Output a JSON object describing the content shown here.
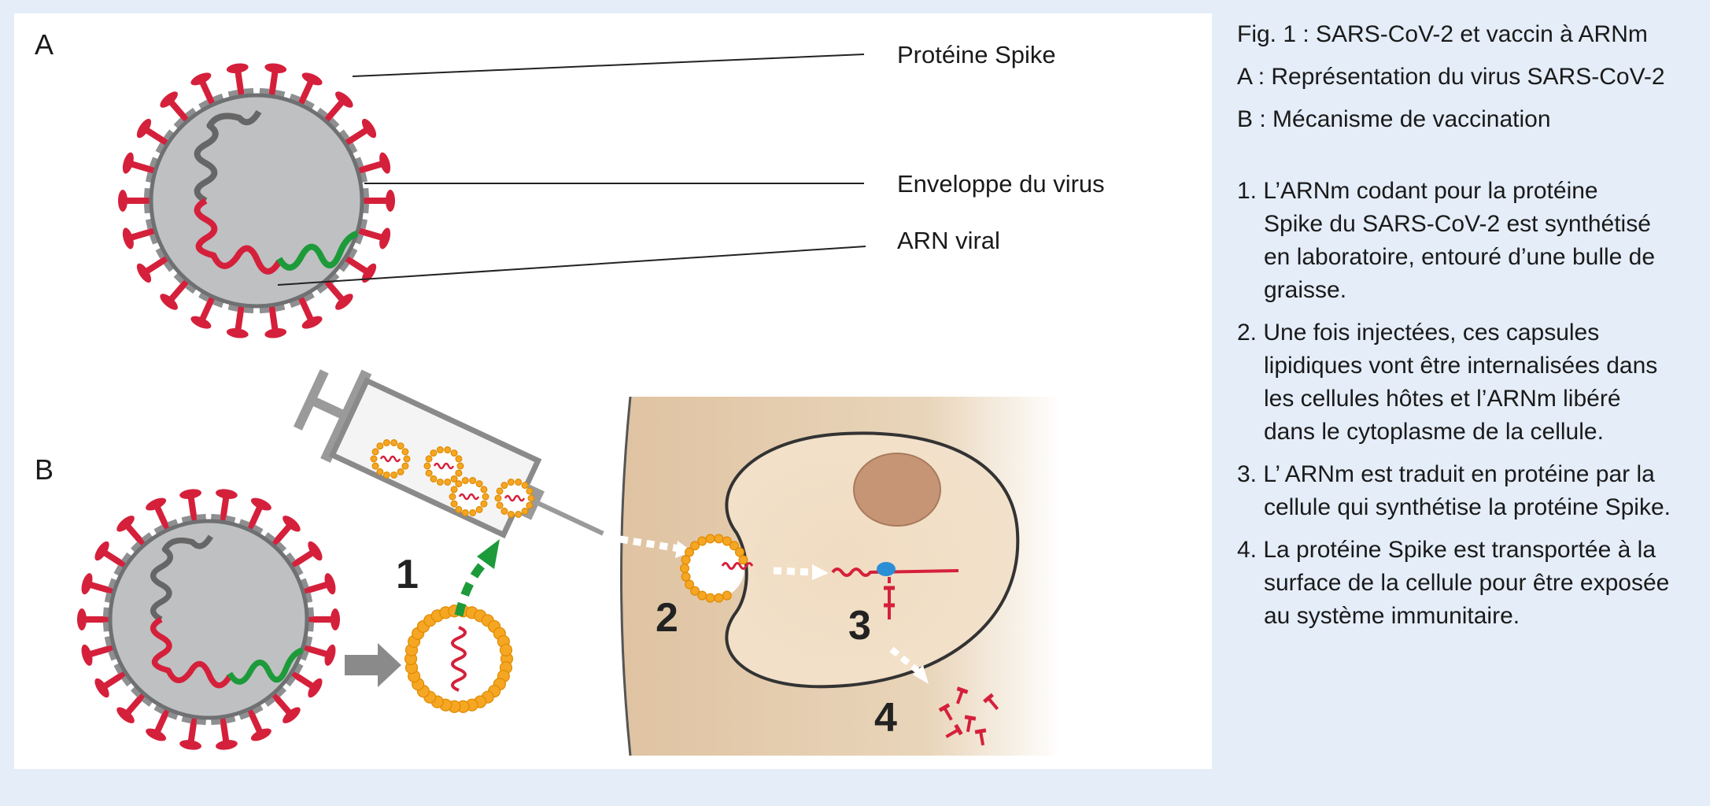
{
  "figure": {
    "panel_a_letter": "A",
    "panel_b_letter": "B",
    "labels": {
      "spike_protein": "Protéine Spike",
      "virus_envelope": "Enveloppe du virus",
      "viral_rna": "ARN viral"
    },
    "step_numbers": [
      "1",
      "2",
      "3",
      "4"
    ],
    "colors": {
      "spike": "#d5203b",
      "envelope": "#bfc0c2",
      "membrane": "#8e8f91",
      "rna_gray": "#666666",
      "rna_red": "#d5203b",
      "rna_green": "#1d9a3a",
      "lipid": "#f5a623",
      "cell_bg": "#e8cfae",
      "nucleus": "#c69575",
      "ribosome": "#2b8fd6",
      "arrow_green": "#1d9a3a"
    }
  },
  "caption": {
    "title": "Fig. 1 : SARS-CoV-2 et vaccin à ARNm",
    "line_a": "A : Représentation du virus SARS-CoV-2",
    "line_b": "B : Mécanisme de vaccination",
    "steps": [
      [
        "1. L’ARNm codant pour la protéine",
        "Spike du SARS-CoV-2 est synthétisé",
        "en laboratoire, entouré d’une bulle de",
        "graisse."
      ],
      [
        "2. Une fois injectées, ces capsules",
        "lipidiques vont être internalisées dans",
        "les cellules hôtes et l’ARNm libéré",
        "dans le cytoplasme de la cellule."
      ],
      [
        "3. L’ ARNm est traduit en protéine par la",
        "cellule qui synthétise la protéine Spike."
      ],
      [
        "4.  La protéine Spike est transportée à la",
        "surface de la cellule pour être exposée",
        "au système immunitaire."
      ]
    ]
  }
}
